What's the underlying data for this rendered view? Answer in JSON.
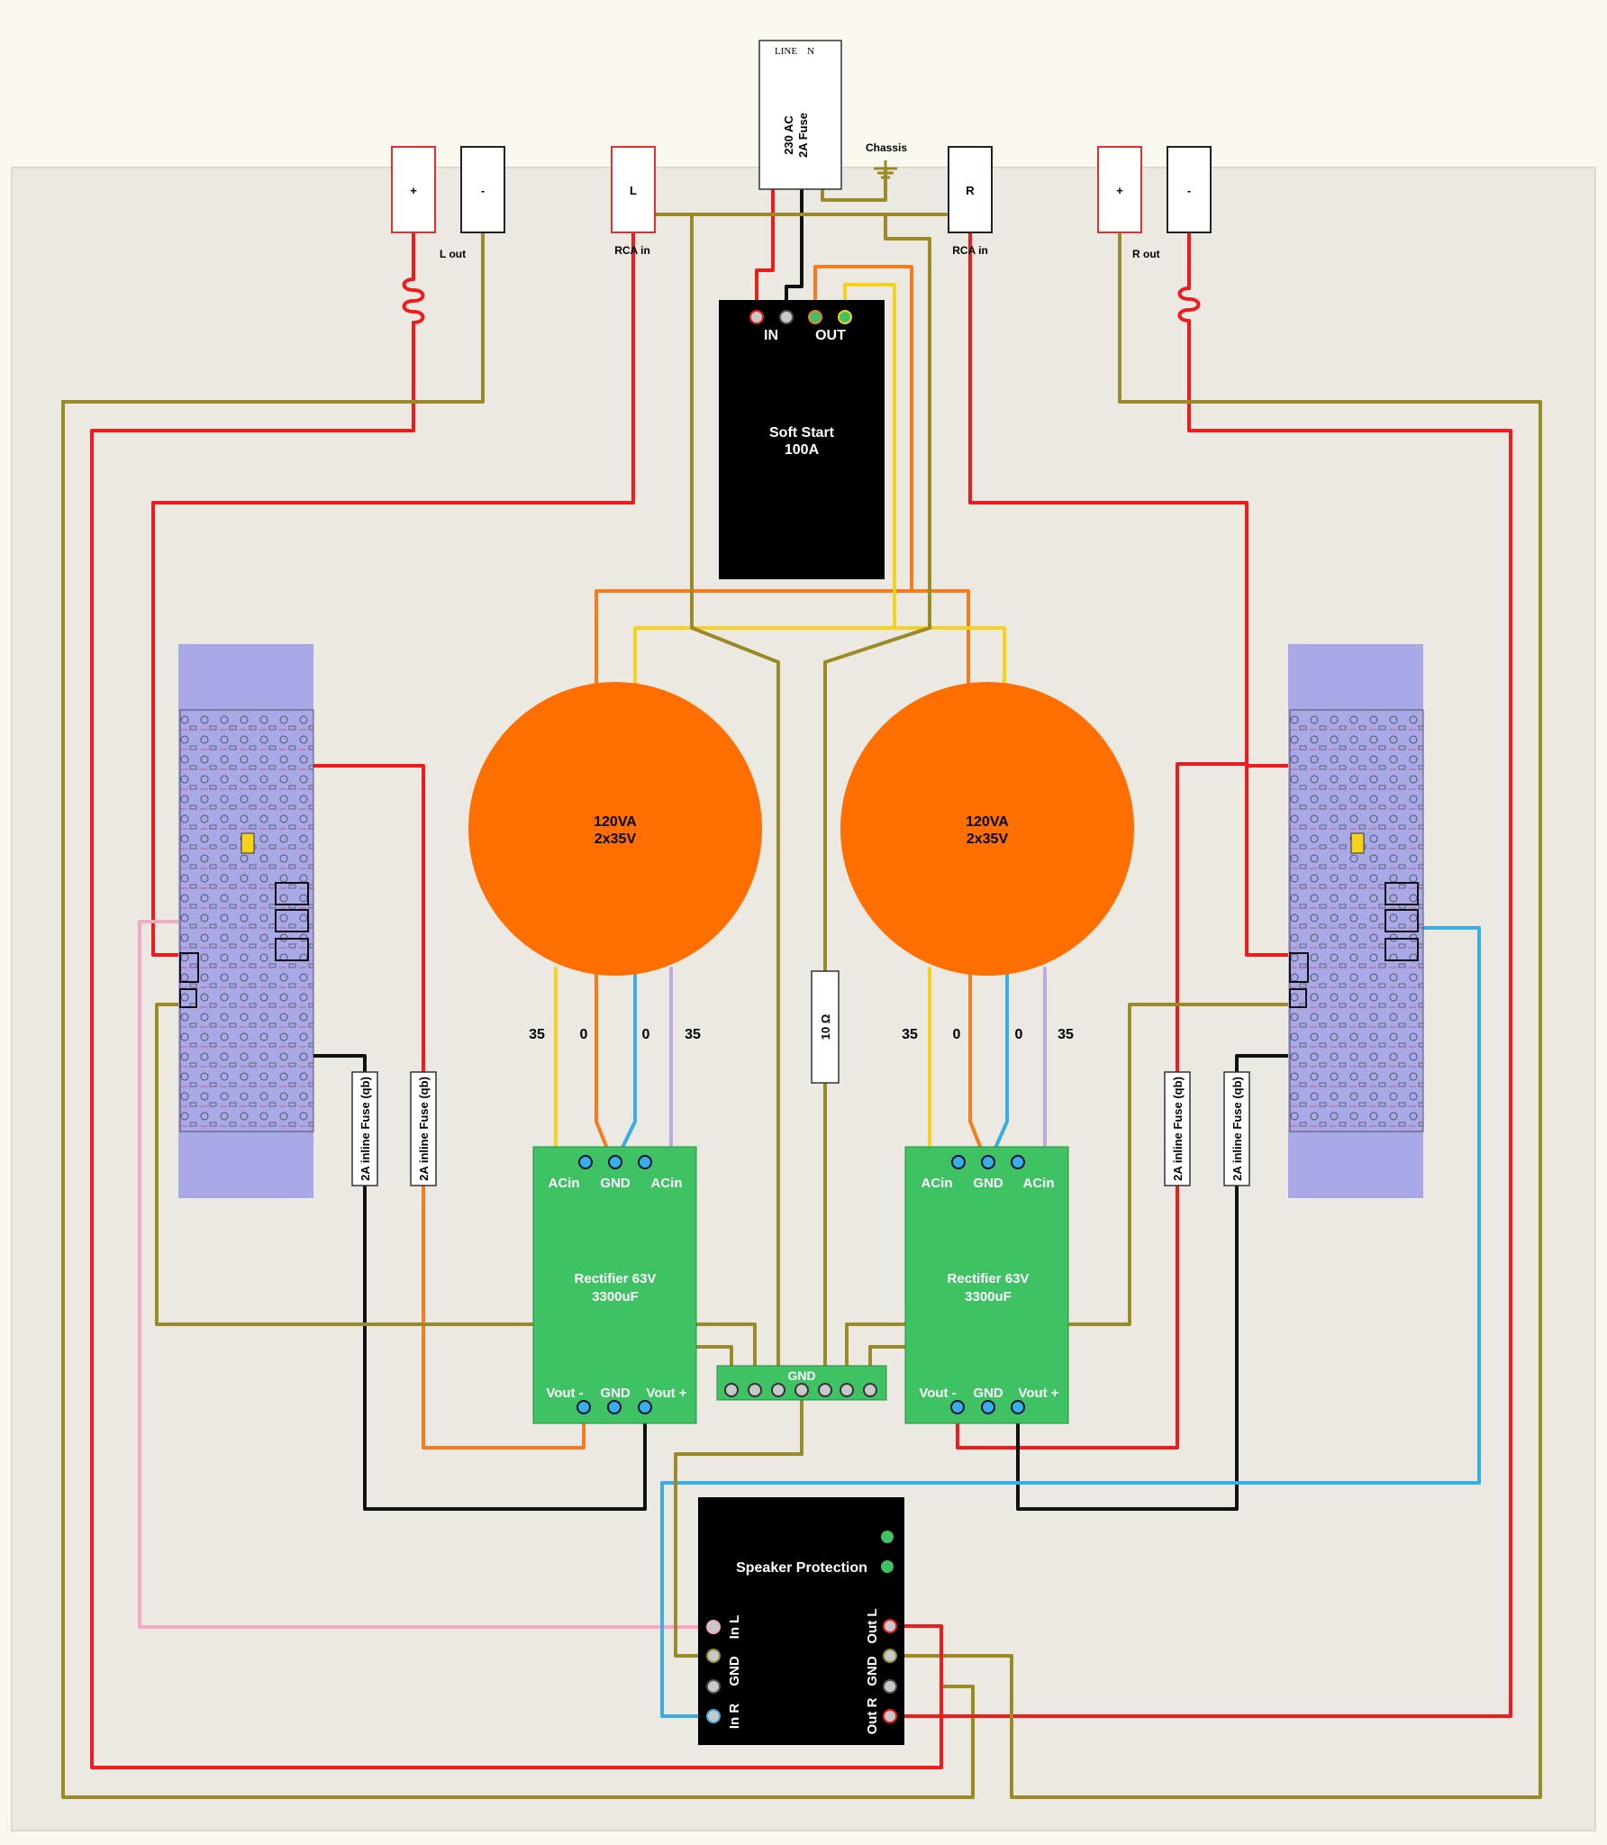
{
  "colors": {
    "background": "#fbf8ef",
    "panel": "#ebe9e2",
    "red": "#ee1c1c",
    "black": "#111111",
    "olive": "#9a8a28",
    "orange": "#f57c1e",
    "yellow": "#f7d21c",
    "blue": "#37aee6",
    "lavender": "#c0a8e0",
    "pink": "#f5a9c3",
    "transformer": "#ff6f00",
    "rectifier": "#3ec263",
    "amp_board": "#a9a9e8",
    "led_green": "#3ec263"
  },
  "power_entry": {
    "header": "LINE    N",
    "rating_line1": "230 AC",
    "rating_line2": "2A Fuse"
  },
  "chassis_label": "Chassis",
  "terminals": {
    "left_plus": "+",
    "left_minus": "-",
    "l_out_label": "L out",
    "rca_l": "L",
    "rca_l_label": "RCA in",
    "rca_r": "R",
    "rca_r_label": "RCA in",
    "right_plus": "+",
    "right_minus": "-",
    "r_out_label": "R out"
  },
  "soft_start": {
    "in_label": "IN",
    "out_label": "OUT",
    "title_line1": "Soft Start",
    "title_line2": "100A"
  },
  "transformers": [
    {
      "line1": "120VA",
      "line2": "2x35V",
      "taps": [
        "35",
        "0",
        "0",
        "35"
      ]
    },
    {
      "line1": "120VA",
      "line2": "2x35V",
      "taps": [
        "35",
        "0",
        "0",
        "35"
      ]
    }
  ],
  "resistor_label": "10 Ω",
  "rectifiers": [
    {
      "acin1": "ACin",
      "gnd_top": "GND",
      "acin2": "ACin",
      "title_line1": "Rectifier 63V",
      "title_line2": "3300uF",
      "vout_minus": "Vout -",
      "gnd_bottom": "GND",
      "vout_plus": "Vout +"
    },
    {
      "acin1": "ACin",
      "gnd_top": "GND",
      "acin2": "ACin",
      "title_line1": "Rectifier 63V",
      "title_line2": "3300uF",
      "vout_minus": "Vout -",
      "gnd_bottom": "GND",
      "vout_plus": "Vout +"
    }
  ],
  "gnd_bus_label": "GND",
  "fuses": [
    "2A inline Fuse (qb)",
    "2A inline Fuse (qb)",
    "2A inline Fuse (qb)",
    "2A inline Fuse (qb)"
  ],
  "speaker_protection": {
    "title": "Speaker Protection",
    "in_l": "In L",
    "gnd_left": "GND",
    "in_r": "In R",
    "out_l": "Out L",
    "gnd_right": "GND",
    "out_r": "Out R"
  }
}
